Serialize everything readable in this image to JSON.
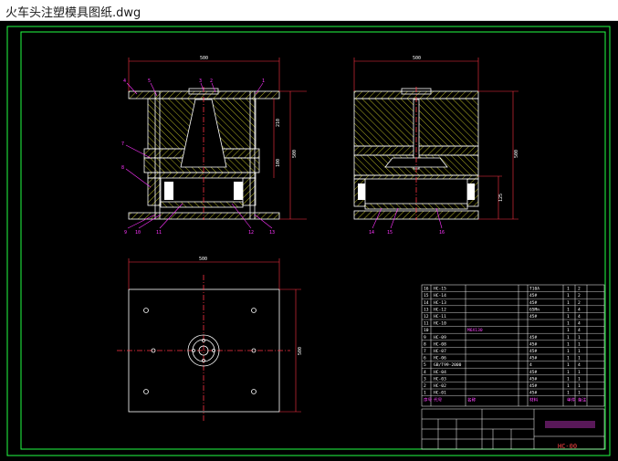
{
  "window": {
    "title": "火车头注塑模具图纸.dwg"
  },
  "drawing": {
    "colors": {
      "frame": "#22ff44",
      "line": "#ffffff",
      "dim": "#ff3344",
      "leader": "#ff33ff",
      "hatch": "#ffff33",
      "table_text": "#ff44ff"
    },
    "dimensions": {
      "front_width": "500",
      "side_width": "500",
      "plan_width": "500",
      "front_height_total": "500",
      "front_height_upper": "210",
      "front_height_mid": "100",
      "side_height_total": "500",
      "side_height_lower": "125",
      "plan_height": "500"
    },
    "front_callouts_top": [
      "4",
      "5",
      "3",
      "2",
      "1"
    ],
    "front_callouts_left": [
      "7",
      "8"
    ],
    "front_callouts_bottom": [
      "9",
      "10",
      "11",
      "12",
      "13"
    ],
    "side_callouts_bottom": [
      "14",
      "15",
      "16"
    ],
    "bom_rows": [
      {
        "no": "16",
        "code": "HC-15",
        "name": "",
        "mat": "T10A",
        "q1": "1",
        "q2": "2"
      },
      {
        "no": "15",
        "code": "HC-14",
        "name": "",
        "mat": "45#",
        "q1": "1",
        "q2": "2"
      },
      {
        "no": "14",
        "code": "HC-13",
        "name": "",
        "mat": "45#",
        "q1": "1",
        "q2": "2"
      },
      {
        "no": "13",
        "code": "HC-12",
        "name": "",
        "mat": "65Mn",
        "q1": "1",
        "q2": "4"
      },
      {
        "no": "12",
        "code": "HC-11",
        "name": "",
        "mat": "45#",
        "q1": "1",
        "q2": "4"
      },
      {
        "no": "11",
        "code": "HC-10",
        "name": "",
        "mat": "",
        "q1": "1",
        "q2": "4"
      },
      {
        "no": "10",
        "code": "",
        "name": "M6X130",
        "mat": "",
        "q1": "1",
        "q2": "4"
      },
      {
        "no": "9",
        "code": "HC-09",
        "name": "",
        "mat": "45#",
        "q1": "1",
        "q2": "1"
      },
      {
        "no": "8",
        "code": "HC-08",
        "name": "",
        "mat": "45#",
        "q1": "1",
        "q2": "1"
      },
      {
        "no": "7",
        "code": "HC-07",
        "name": "",
        "mat": "45#",
        "q1": "1",
        "q2": "1"
      },
      {
        "no": "6",
        "code": "HC-06",
        "name": "",
        "mat": "45#",
        "q1": "1",
        "q2": "1"
      },
      {
        "no": "5",
        "code": "GB/T99-2000",
        "name": "",
        "mat": "4",
        "q1": "1",
        "q2": "4"
      },
      {
        "no": "4",
        "code": "HC-04",
        "name": "",
        "mat": "45#",
        "q1": "1",
        "q2": "1"
      },
      {
        "no": "3",
        "code": "HC-03",
        "name": "",
        "mat": "45#",
        "q1": "1",
        "q2": "1"
      },
      {
        "no": "2",
        "code": "HC-02",
        "name": "",
        "mat": "45#",
        "q1": "1",
        "q2": "1"
      },
      {
        "no": "1",
        "code": "HC-01",
        "name": "",
        "mat": "45#",
        "q1": "1",
        "q2": "1"
      }
    ],
    "bom_header": {
      "no": "序号",
      "code": "代号",
      "name": "名称",
      "mat": "材料",
      "q1": "单件",
      "q2": "备注"
    },
    "titleblock": {
      "drawing_no": "HC-00"
    }
  }
}
